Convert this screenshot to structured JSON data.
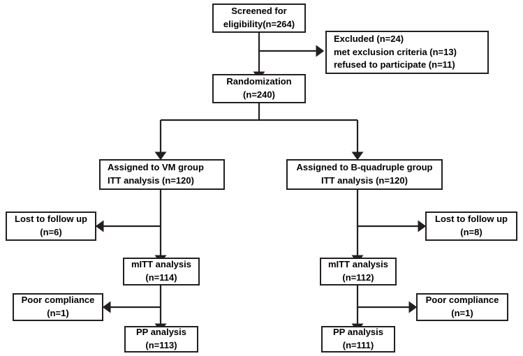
{
  "diagram": {
    "title": "CONSORT participant flow diagram",
    "type": "flowchart",
    "background_color": "#ffffff",
    "box_border_color": "#231f20",
    "connector_color": "#231f20",
    "text_color": "#000000"
  },
  "nodes": {
    "screened": {
      "id": "screened",
      "lines": [
        "Screened for",
        "eligibility(n=264)"
      ],
      "align": "center",
      "weight": "bold"
    },
    "excluded": {
      "id": "excluded",
      "lines": [
        "Excluded  (n=24)",
        "met exclusion criteria  (n=13)",
        "refused to participate  (n=11)"
      ],
      "align": "left",
      "weight": "bold"
    },
    "randomization": {
      "id": "randomization",
      "lines": [
        "Randomization",
        "(n=240)"
      ],
      "align": "center",
      "weight": "bold"
    },
    "assigned_vm": {
      "id": "assigned-vm",
      "lines": [
        "Assigned to VM group",
        "ITT analysis  (n=120)"
      ],
      "align": "left",
      "weight": "bold"
    },
    "assigned_bq": {
      "id": "assigned-b-quadruple",
      "lines": [
        "Assigned to B-quadruple group",
        "ITT analysis  (n=120)"
      ],
      "align": "center",
      "weight": "bold"
    },
    "lost_left": {
      "id": "lost-to-follow-up-left",
      "lines": [
        "Lost to follow up",
        "(n=6)"
      ],
      "align": "center",
      "weight": "bold"
    },
    "lost_right": {
      "id": "lost-to-follow-up-right",
      "lines": [
        "Lost to follow up",
        "(n=8)"
      ],
      "align": "center",
      "weight": "bold"
    },
    "mitt_left": {
      "id": "mitt-analysis-left",
      "lines": [
        "mITT analysis",
        "(n=114)"
      ],
      "align": "center",
      "weight": "bold"
    },
    "mitt_right": {
      "id": "mitt-analysis-right",
      "lines": [
        "mITT analysis",
        "(n=112)"
      ],
      "align": "center",
      "weight": "bold"
    },
    "poor_left": {
      "id": "poor-compliance-left",
      "lines": [
        "Poor compliance",
        "(n=1)"
      ],
      "align": "center",
      "weight": "bold"
    },
    "poor_right": {
      "id": "poor-compliance-right",
      "lines": [
        "Poor compliance",
        "(n=1)"
      ],
      "align": "center",
      "weight": "bold"
    },
    "pp_left": {
      "id": "pp-analysis-left",
      "lines": [
        "PP analysis",
        "(n=113)"
      ],
      "align": "center",
      "weight": "bold"
    },
    "pp_right": {
      "id": "pp-analysis-right",
      "lines": [
        "PP analysis",
        "(n=111)"
      ],
      "align": "center",
      "weight": "bold"
    }
  },
  "counts": {
    "screened": 264,
    "excluded_total": 24,
    "met_exclusion_criteria": 13,
    "refused_to_participate": 11,
    "randomized": 240,
    "vm_itt": 120,
    "bq_itt": 120,
    "vm_lost_to_follow_up": 6,
    "bq_lost_to_follow_up": 8,
    "vm_mitt": 114,
    "bq_mitt": 112,
    "vm_poor_compliance": 1,
    "bq_poor_compliance": 1,
    "vm_pp": 113,
    "bq_pp": 111
  },
  "flows": [
    {
      "from": "screened",
      "to": "excluded",
      "kind": "branch-right"
    },
    {
      "from": "screened",
      "to": "randomization",
      "kind": "down"
    },
    {
      "from": "randomization",
      "to": "assigned_vm",
      "kind": "split-left"
    },
    {
      "from": "randomization",
      "to": "assigned_bq",
      "kind": "split-right"
    },
    {
      "from": "assigned_vm",
      "to": "lost_left",
      "kind": "branch-left"
    },
    {
      "from": "assigned_vm",
      "to": "mitt_left",
      "kind": "down"
    },
    {
      "from": "assigned_bq",
      "to": "lost_right",
      "kind": "branch-right"
    },
    {
      "from": "assigned_bq",
      "to": "mitt_right",
      "kind": "down"
    },
    {
      "from": "mitt_left",
      "to": "poor_left",
      "kind": "branch-left"
    },
    {
      "from": "mitt_left",
      "to": "pp_left",
      "kind": "down"
    },
    {
      "from": "mitt_right",
      "to": "poor_right",
      "kind": "branch-right"
    },
    {
      "from": "mitt_right",
      "to": "pp_right",
      "kind": "down"
    }
  ]
}
